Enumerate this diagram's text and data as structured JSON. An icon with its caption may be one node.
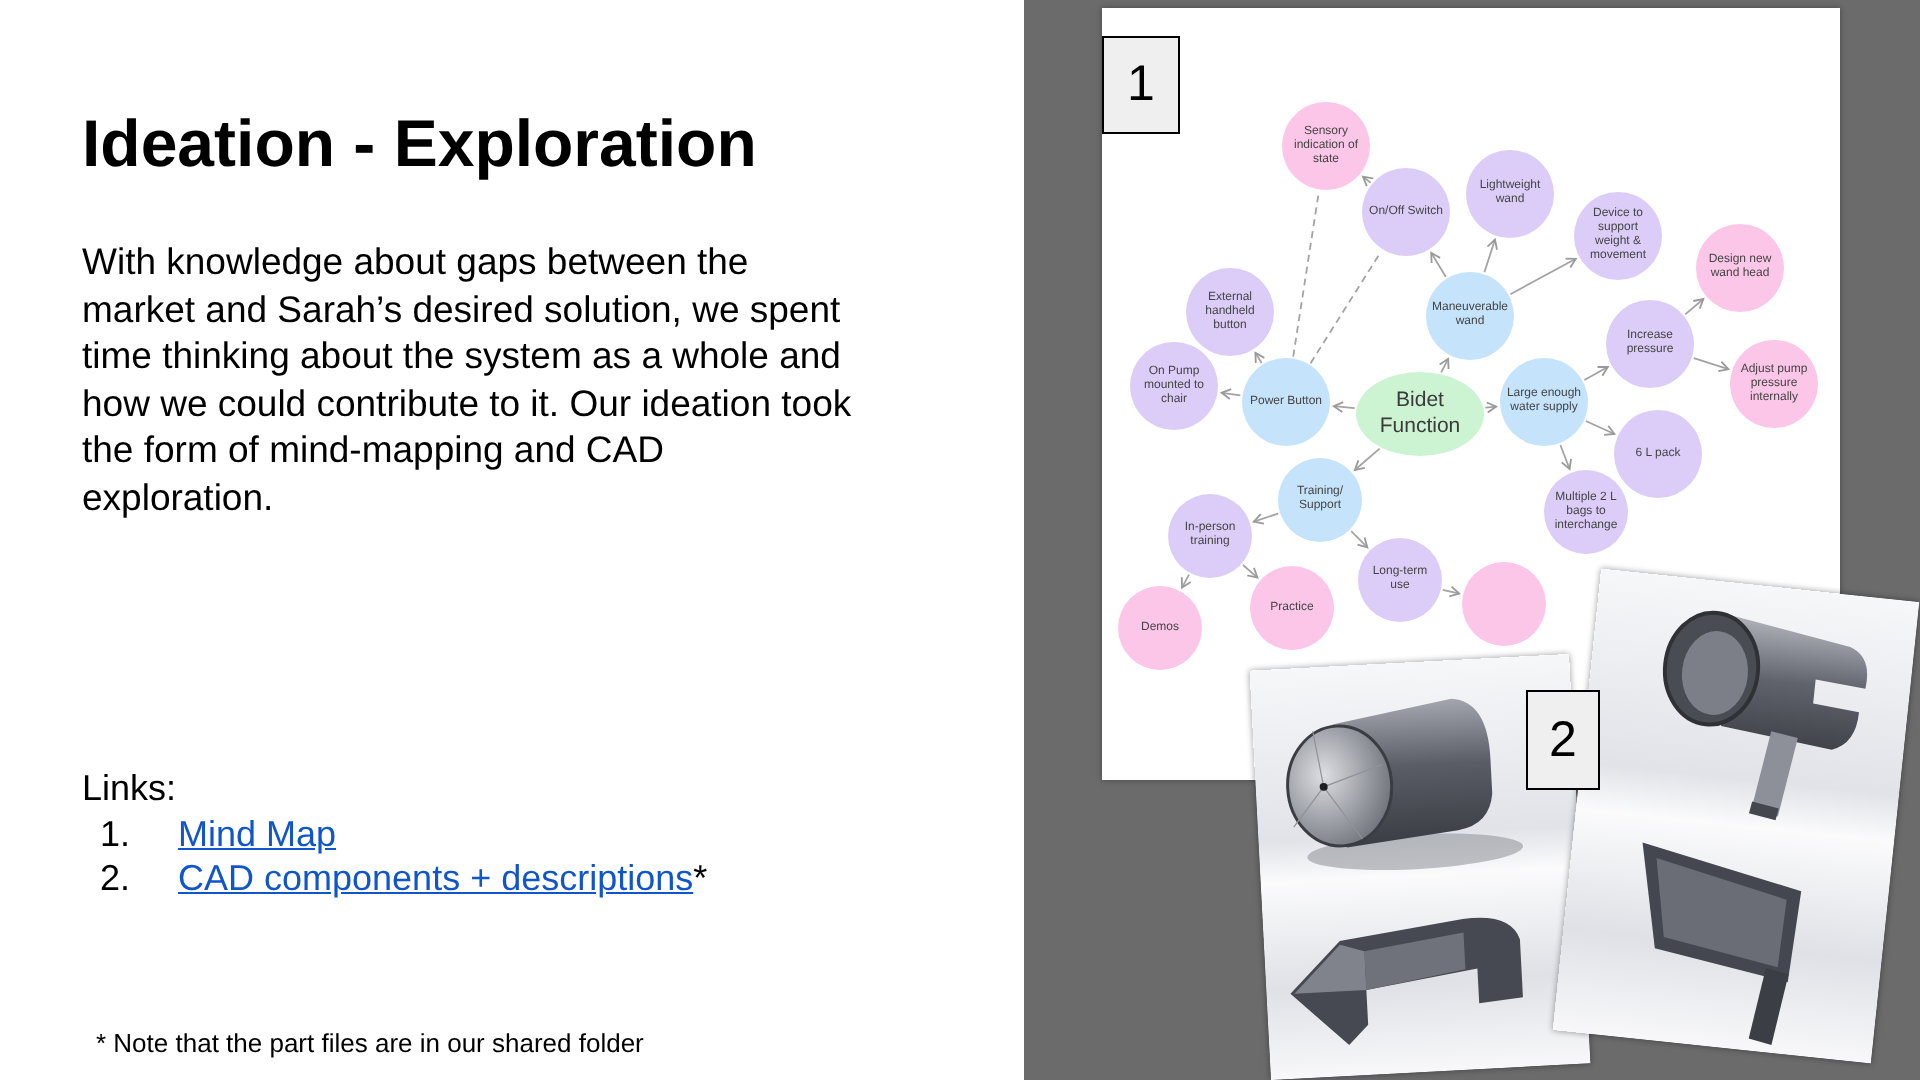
{
  "diagram": {
    "title": "Ideation - Exploration",
    "nodes": [
      {
        "text": [
          "Sensory indication of state"
        ]
      },
      {
        "text": [
          "On/Off Switch"
        ]
      },
      {
        "text": [
          "Lightweight wand"
        ]
      },
      {
        "text": [
          "Device to support weight & movement"
        ]
      },
      {
        "text": [
          "Design new wand head"
        ]
      },
      {
        "text": [
          "Maneuverable wand"
        ]
      },
      {
        "text": [
          "External handheld button"
        ]
      },
      {
        "text": [
          "Increase pressure"
        ]
      },
      {
        "text": [
          "Adjust pump pressure internally"
        ]
      },
      {
        "text": [
          "On Pump mounted to chair"
        ]
      },
      {
        "text": [
          "Power Button"
        ]
      },
      {
        "text": [
          "Bidet Function"
        ]
      },
      {
        "text": [
          "Large enough water supply"
        ]
      },
      {
        "text": [
          "6 L pack"
        ]
      },
      {
        "text": [
          "Training/ Support"
        ]
      },
      {
        "text": [
          "Multiple 2 L bags to interchange"
        ]
      },
      {
        "text": [
          "In-person training"
        ]
      },
      {
        "text": [
          "Long-term use"
        ]
      },
      {
        "text": [],
        "shape": "circle"
      },
      {
        "text": [
          "Demos"
        ]
      },
      {
        "text": [
          "Practice"
        ]
      }
    ],
    "edges": [
      {
        "from": 11,
        "to": 5,
        "arrow": "to"
      },
      {
        "from": 11,
        "to": 12,
        "arrow": "to"
      },
      {
        "from": 11,
        "to": 14,
        "arrow": "to"
      },
      {
        "from": 11,
        "to": 10,
        "arrow": "to"
      },
      {
        "from": 5,
        "to": 1,
        "arrow": "to"
      },
      {
        "from": 5,
        "to": 2,
        "arrow": "to"
      },
      {
        "from": 5,
        "to": 3,
        "arrow": "to"
      },
      {
        "from": 1,
        "to": 0,
        "arrow": "to"
      },
      {
        "from": 10,
        "to": 0,
        "arrow": "none",
        "style": "dashed"
      },
      {
        "from": 10,
        "to": 1,
        "arrow": "none",
        "style": "dashed"
      },
      {
        "from": 10,
        "to": 6,
        "arrow": "to"
      },
      {
        "from": 10,
        "to": 9,
        "arrow": "to"
      },
      {
        "from": 12,
        "to": 7,
        "arrow": "to"
      },
      {
        "from": 12,
        "to": 13,
        "arrow": "to"
      },
      {
        "from": 12,
        "to": 15,
        "arrow": "to"
      },
      {
        "from": 7,
        "to": 4,
        "arrow": "to"
      },
      {
        "from": 7,
        "to": 8,
        "arrow": "to"
      },
      {
        "from": 14,
        "to": 16,
        "arrow": "to"
      },
      {
        "from": 14,
        "to": 17,
        "arrow": "to"
      },
      {
        "from": 16,
        "to": 19,
        "arrow": "to"
      },
      {
        "from": 16,
        "to": 20,
        "arrow": "to"
      },
      {
        "from": 17,
        "to": 18,
        "arrow": "to"
      }
    ],
    "labels": [
      "With knowledge about gaps between the market and Sarah’s desired solution, we spent time thinking about the system as a whole and how we could contribute to it. Our ideation took the form of mind-mapping and CAD exploration.",
      "Links:",
      "1.",
      "Mind Map",
      "2.",
      "CAD components + descriptions",
      "*",
      "* Note that the part files are in our shared folder",
      "1",
      "2"
    ]
  }
}
